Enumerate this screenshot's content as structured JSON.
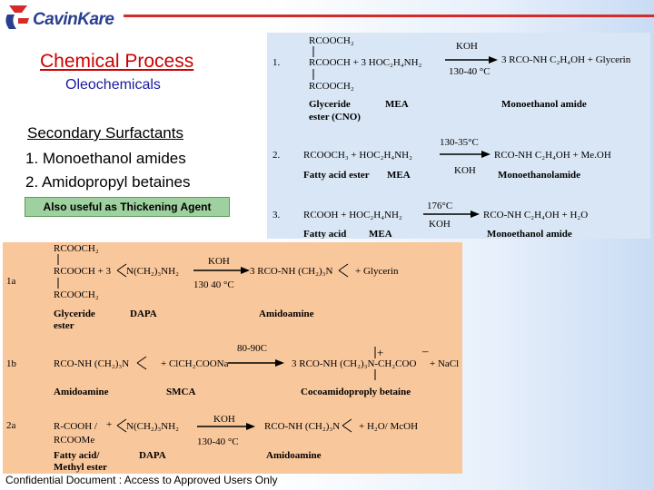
{
  "header": {
    "logo_text": "CavinKare",
    "accent_color": "#d42a2a",
    "logo_color": "#2a3f8f"
  },
  "left": {
    "title": "Chemical Process",
    "subtitle": "Oleochemicals",
    "heading": "Secondary Surfactants",
    "items": [
      "1.  Monoethanol amides",
      "2.  Amidopropyl betaines"
    ],
    "note": "Also useful as Thickening Agent"
  },
  "mea_panel": {
    "r1_num": "1.",
    "r1_top": "RCOOCH₂",
    "r1_mid": "RCOOCH + 3  HOC₂H₄NH₂",
    "r1_bot": "RCOOCH₂",
    "r1_cond_top": "KOH",
    "r1_cond_bot": "130-40 °C",
    "r1_product": "3 RCO-NH C₂H₄OH  + Glycerin",
    "r1_lbl_a": "Glyceride",
    "r1_lbl_a2": "ester (CNO)",
    "r1_lbl_b": "MEA",
    "r1_lbl_c": "Monoethanol amide",
    "r2_num": "2.",
    "r2_left": "RCOOCH₃  +   HOC₂H₄NH₂",
    "r2_cond_top": "130-35°C",
    "r2_cond_bot": "KOH",
    "r2_product": "RCO-NH C₂H₄OH  + Me.OH",
    "r2_lbl_a": "Fatty acid ester",
    "r2_lbl_b": "MEA",
    "r2_lbl_c": "Monoethanolamide",
    "r3_num": "3.",
    "r3_left": "RCOOH + HOC₂H₄NH₂",
    "r3_cond_top": "176°C",
    "r3_cond_bot": "KOH",
    "r3_product": "RCO-NH C₂H₄OH  + H₂O",
    "r3_lbl_a": "Fatty acid",
    "r3_lbl_b": "MEA",
    "r3_lbl_c": "Monoethanol amide"
  },
  "ama_panel": {
    "a_num": "1a",
    "a_top": "RCOOCH₂",
    "a_mid": "RCOOCH  + 3",
    "a_reagent": "N(CH₂)₃NH₂",
    "a_bot": "RCOOCH₂",
    "a_cond_top": "KOH",
    "a_cond_bot": "130 40 °C",
    "a_product": "3 RCO-NH (CH₂)₃N",
    "a_byproduct": "+ Glycerin",
    "a_lbl_a": "Glyceride",
    "a_lbl_a2": "ester",
    "a_lbl_b": "DAPA",
    "a_lbl_c": "Amidoamine",
    "b_num": "1b",
    "b_left": "RCO-NH (CH₂)₃N",
    "b_reagent": "+  ClCH₂COONa",
    "b_cond_top": "80-90C",
    "b_product": "3 RCO-NH (CH₂)₃N-CH₂COO",
    "b_byproduct": "+ NaCl",
    "b_plus": "+",
    "b_minus": "–",
    "b_lbl_a": "Amidoamine",
    "b_lbl_b": "SMCA",
    "b_lbl_c": "Cocoamidoproply betaine",
    "c_num": "2a",
    "c_left": "R-COOH /",
    "c_left2": "RCOOMe",
    "c_plus": "+",
    "c_reagent": "N(CH₂)₃NH₂",
    "c_cond_top": "KOH",
    "c_cond_bot": "130-40 °C",
    "c_product": "RCO-NH (CH₂)₃N",
    "c_byproduct": "+  H₂O/ McOH",
    "c_lbl_a": "Fatty acid/",
    "c_lbl_a2": "Methyl ester",
    "c_lbl_b": "DAPA",
    "c_lbl_c": "Amidoamine"
  },
  "footer": {
    "text": "Confidential Document : Access to Approved Users Only"
  }
}
